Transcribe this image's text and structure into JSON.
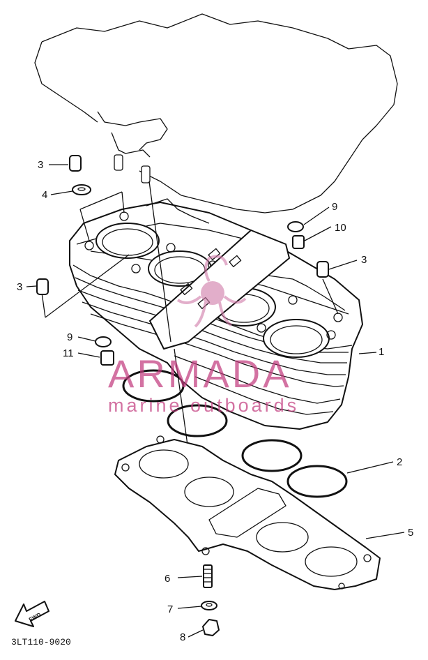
{
  "callouts": {
    "c1": "1",
    "c2": "2",
    "c3a": "3",
    "c3b": "3",
    "c3c": "3",
    "c4": "4",
    "c5": "5",
    "c6": "6",
    "c7": "7",
    "c8": "8",
    "c9a": "9",
    "c9b": "9",
    "c10": "10",
    "c11": "11"
  },
  "fwd_label": "FWD",
  "diagram_code": "3LT110-9020",
  "watermark": {
    "brand": "ARMADA",
    "tagline": "marine outboards"
  },
  "colors": {
    "ink": "#111111",
    "watermark": "#c33d7f"
  }
}
